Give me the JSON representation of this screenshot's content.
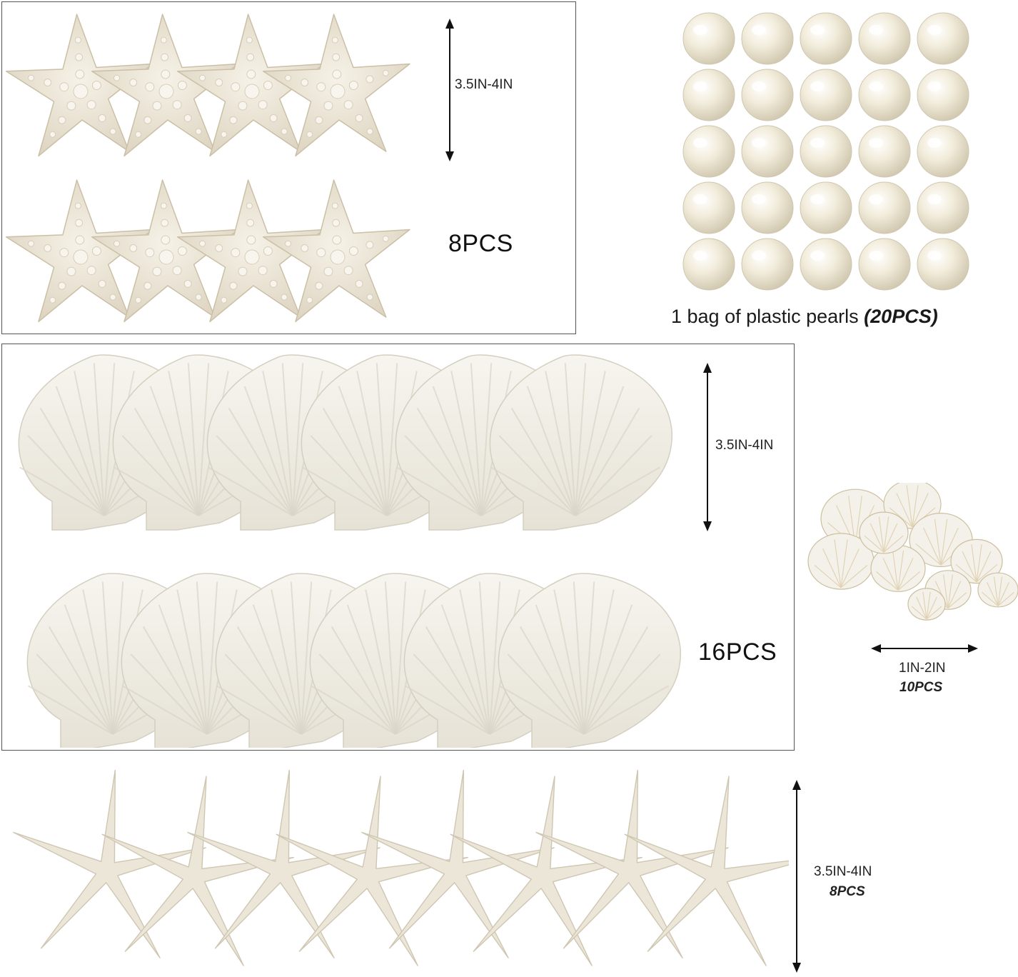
{
  "sections": {
    "knobby_starfish": {
      "size_label": "3.5IN-4IN",
      "count_label": "8PCS",
      "rows": 2,
      "per_row": 4
    },
    "pearls": {
      "caption_prefix": "1 bag of plastic pearls ",
      "caption_count": "(20PCS)",
      "rows": 5,
      "cols": 5
    },
    "scallops": {
      "size_label": "3.5IN-4IN",
      "count_label": "16PCS",
      "rows": 2,
      "per_row": 6
    },
    "small_shells": {
      "size_label": "1IN-2IN",
      "count_label": "10PCS"
    },
    "pencil_starfish": {
      "size_label": "3.5IN-4IN",
      "count_label": "8PCS",
      "count": 8
    }
  },
  "colors": {
    "border": "#555555",
    "shell": "#f3f1ea",
    "shell_rib": "#d9d5c8",
    "starfish": "#ece6d8",
    "pearl": "#efe9d6",
    "arrow": "#111111"
  }
}
